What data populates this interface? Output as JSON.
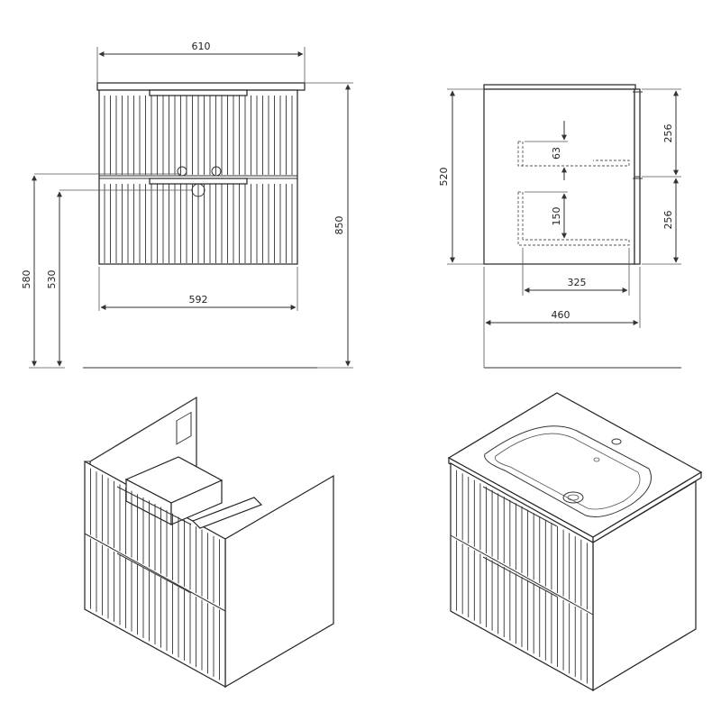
{
  "front_view": {
    "width_top": "610",
    "width_bottom": "592",
    "height_total": "850",
    "height_580": "580",
    "height_530": "530"
  },
  "side_view": {
    "height_520": "520",
    "drawer_top": "256",
    "drawer_bottom": "256",
    "inner_63": "63",
    "inner_150": "150",
    "depth_325": "325",
    "depth_460": "460"
  },
  "colors": {
    "line": "#333333",
    "background": "#ffffff"
  }
}
